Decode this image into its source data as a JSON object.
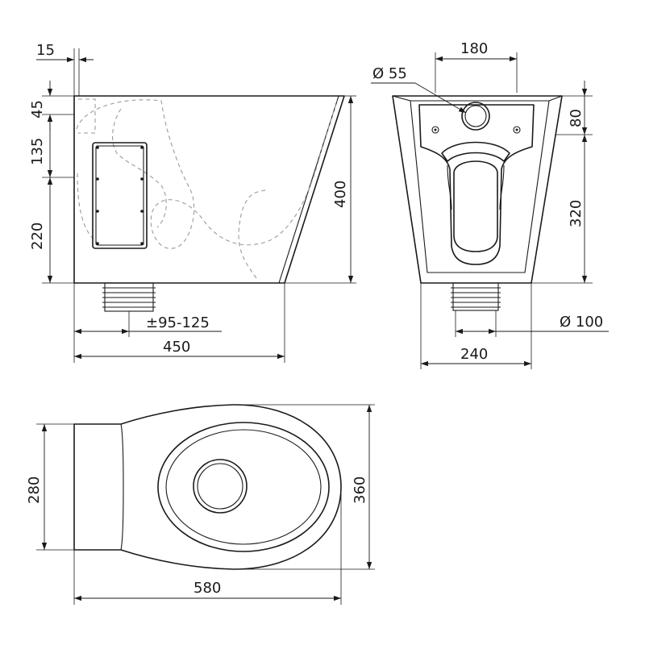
{
  "side_view": {
    "dims": {
      "d15": "15",
      "d45": "45",
      "d135": "135",
      "d220": "220",
      "d400": "400",
      "d450": "450",
      "d95_125": "±95-125"
    }
  },
  "front_view": {
    "dims": {
      "d180": "180",
      "d55": "Ø 55",
      "d80": "80",
      "d320": "320",
      "d100": "Ø 100",
      "d240": "240"
    }
  },
  "top_view": {
    "dims": {
      "d280": "280",
      "d360": "360",
      "d580": "580"
    }
  }
}
